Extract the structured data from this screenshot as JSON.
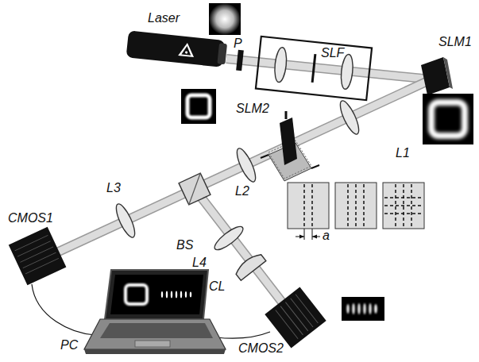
{
  "diagram": {
    "labels": [
      "Laser",
      "P",
      "SLF",
      "SLM1",
      "SLM2",
      "L1",
      "L2",
      "L3",
      "BS",
      "L4",
      "CL",
      "CMOS1",
      "CMOS2",
      "PC",
      "a"
    ]
  }
}
